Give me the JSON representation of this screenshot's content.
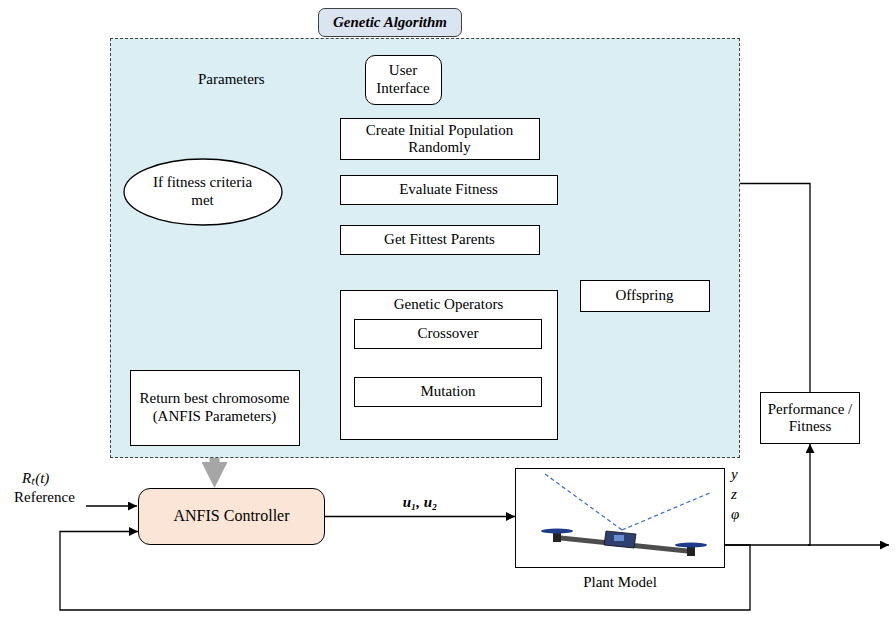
{
  "diagram": {
    "nodes": [
      {
        "text": [
          "Genetic Algorithm"
        ]
      },
      {
        "text": [
          "User Interface"
        ],
        "in": 0
      },
      {
        "text": [
          "Create Initial Population Randomly"
        ],
        "in": 0
      },
      {
        "text": [
          "Evaluate Fitness"
        ],
        "in": 0
      },
      {
        "text": [
          "If fitness criteria met"
        ],
        "in": 0
      },
      {
        "text": [
          "Get Fittest Parents"
        ],
        "in": 0
      },
      {
        "text": [
          "Genetic Operators"
        ],
        "in": 0
      },
      {
        "text": [
          "Crossover"
        ],
        "in": 6
      },
      {
        "text": [
          "Mutation"
        ],
        "in": 6
      },
      {
        "text": [
          "Offspring"
        ],
        "in": 0
      },
      {
        "text": [
          "Return best chromosome (ANFIS Parameters)"
        ],
        "in": 0
      },
      {
        "text": [
          "Performance / Fitness"
        ]
      },
      {
        "text": [
          "ANFIS Controller"
        ]
      },
      {
        "text": [
          "Plant Model"
        ]
      }
    ],
    "edges": [
      {
        "from": 1,
        "to": 2,
        "arrow": "to"
      },
      {
        "from": 2,
        "to": 3,
        "arrow": "to"
      },
      {
        "from": 3,
        "to": 5,
        "arrow": "to"
      },
      {
        "from": 5,
        "to": 6,
        "arrow": "to"
      },
      {
        "from": 7,
        "to": 8,
        "arrow": "to"
      },
      {
        "from": 6,
        "to": 9,
        "arrow": "to"
      },
      {
        "from": 9,
        "to": 3,
        "arrow": "to"
      },
      {
        "from": 3,
        "to": 4,
        "arrow": "to"
      },
      {
        "from": 4,
        "to": 10,
        "arrow": "to"
      },
      {
        "from": 10,
        "to": 12,
        "arrow": "to"
      },
      {
        "from": 12,
        "to": 13,
        "label": "u₁, u₂",
        "arrow": "to"
      },
      {
        "from": 13,
        "to": 11,
        "arrow": "to"
      },
      {
        "from": 11,
        "to": 3,
        "arrow": "to"
      },
      {
        "from": 13,
        "to": 12,
        "arrow": "to"
      }
    ],
    "labels": [
      "Parameters",
      "Rₜ(t)",
      "Reference",
      "y",
      "z",
      "φ"
    ]
  }
}
